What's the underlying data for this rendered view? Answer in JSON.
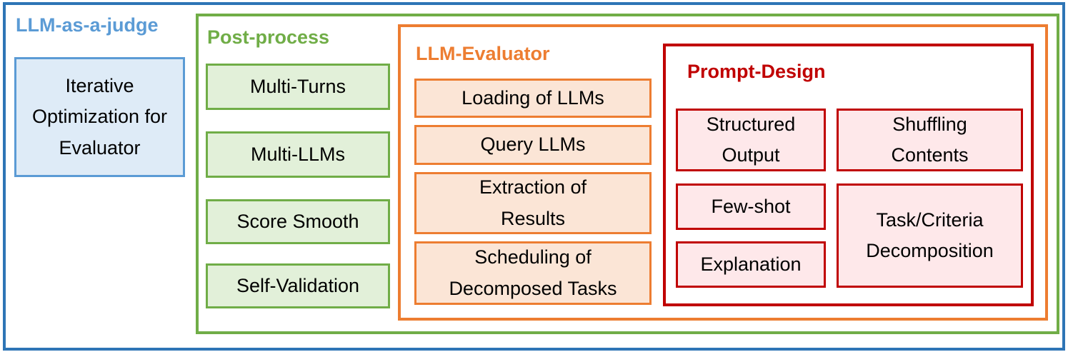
{
  "colors": {
    "outer": "#2e75b6",
    "judge": "#5b9bd5",
    "postprocess": "#70ad47",
    "evaluator": "#ed7d31",
    "prompt": "#c00000"
  },
  "judge": {
    "title": "LLM-as-a-judge",
    "box": "Iterative Optimization for Evaluator"
  },
  "postprocess": {
    "title": "Post-process",
    "items": [
      "Multi-Turns",
      "Multi-LLMs",
      "Score Smooth",
      "Self-Validation"
    ]
  },
  "evaluator": {
    "title": "LLM-Evaluator",
    "items": [
      "Loading of LLMs",
      "Query LLMs",
      "Extraction of Results",
      "Scheduling of Decomposed Tasks"
    ]
  },
  "prompt": {
    "title": "Prompt-Design",
    "items": [
      "Structured Output",
      "Shuffling Contents",
      "Few-shot",
      "Task/Criteria Decomposition",
      "Explanation"
    ]
  }
}
